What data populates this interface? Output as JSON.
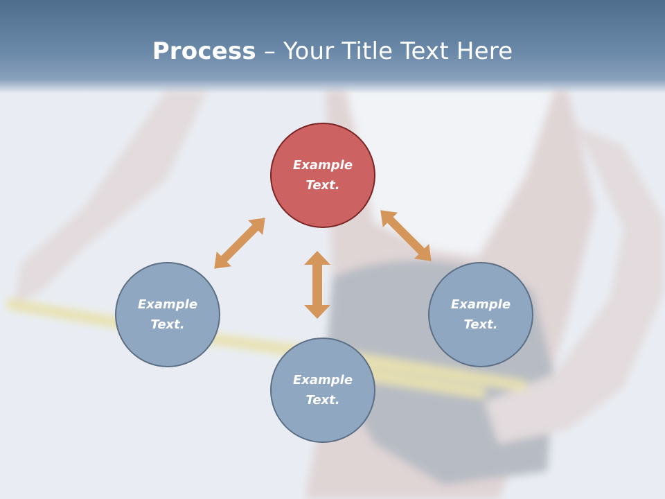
{
  "slide": {
    "title_bold": "Process",
    "title_rest": " – Your Title Text Here"
  },
  "nodes": {
    "top": "Example Text.",
    "left": "Example Text.",
    "right": "Example Text.",
    "bottom": "Example Text."
  },
  "colors": {
    "title_bar": "#5a7a9a",
    "node_blue": "#8fa7c1",
    "node_red": "#cd6262",
    "arrow": "#d4965a"
  }
}
